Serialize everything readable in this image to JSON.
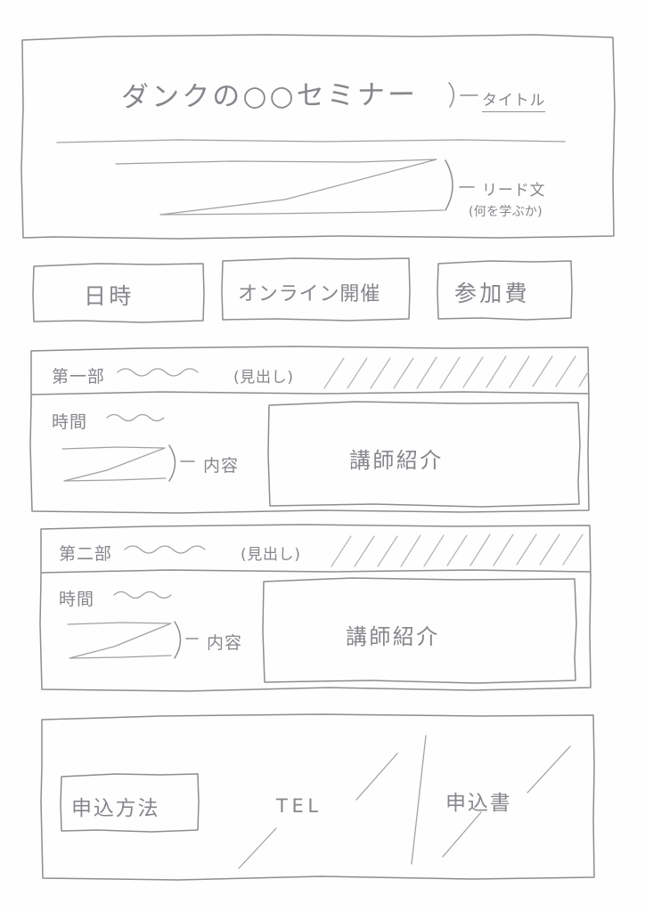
{
  "document": {
    "kind": "hand-drawn wireframe sketch",
    "subject": "seminar landing page layout"
  },
  "hero": {
    "title": "ダンクの○○セミナー",
    "title_annotation": "タイトル",
    "lead_annotation": "リード文",
    "lead_annotation_sub": "(何を学ぶか)",
    "bracket": ")",
    "dash": "—"
  },
  "info_chips": [
    {
      "label": "日時"
    },
    {
      "label": "オンライン開催"
    },
    {
      "label": "参加費"
    }
  ],
  "sections": [
    {
      "heading_label": "第一部",
      "heading_squiggle": "〜〜〜",
      "heading_annotation": "(見出し)",
      "time_label": "時間",
      "time_squiggle": "〜〜〜",
      "content_annotation": "内容",
      "content_bracket": ")",
      "content_dash": "—",
      "speaker_box_label": "講師紹介"
    },
    {
      "heading_label": "第二部",
      "heading_squiggle": "〜〜〜",
      "heading_annotation": "(見出し)",
      "time_label": "時間",
      "time_squiggle": "〜〜〜",
      "content_annotation": "内容",
      "content_bracket": ")",
      "content_dash": "—",
      "speaker_box_label": "講師紹介"
    }
  ],
  "footer": {
    "method_label": "申込方法",
    "tel_label": "TEL",
    "form_label": "申込書"
  },
  "colors": {
    "paper": "#fefefe",
    "ink": "#8d8d92",
    "ink_light": "#b2b2b8"
  }
}
